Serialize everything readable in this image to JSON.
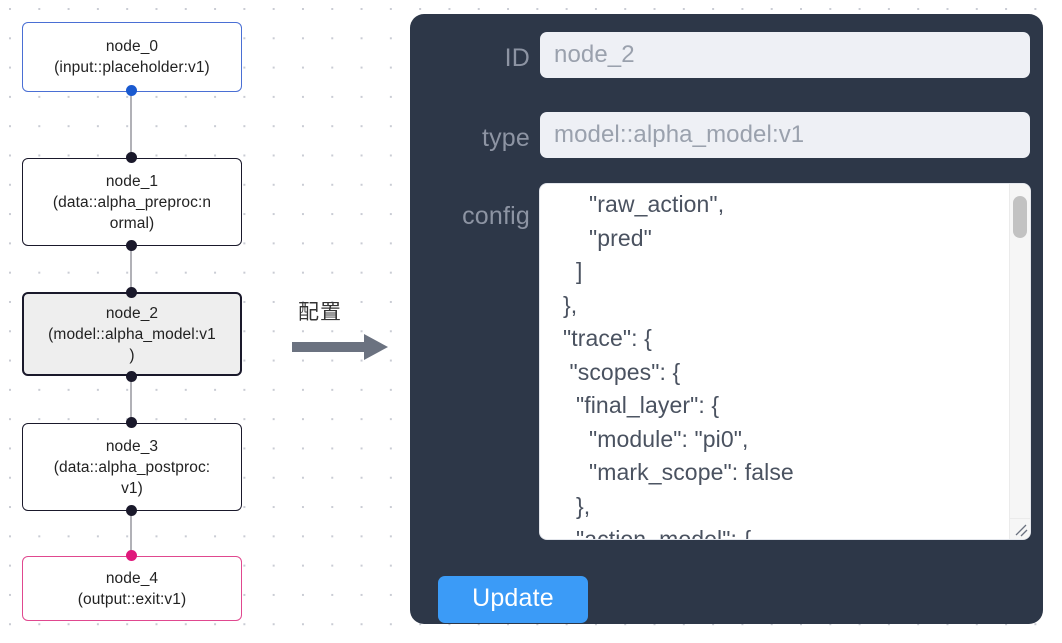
{
  "graph": {
    "nodes": [
      {
        "id": "node_0",
        "label": "node_0\n(input::placeholder:v1)",
        "kind": "input",
        "border_color": "#4a6fd4"
      },
      {
        "id": "node_1",
        "label": "node_1\n(data::alpha_preproc:n\normal)",
        "kind": "default",
        "border_color": "#1a192b"
      },
      {
        "id": "node_2",
        "label": "node_2\n(model::alpha_model:v1\n)",
        "kind": "selected",
        "border_color": "#1a192b",
        "fill_color": "#eeeeee"
      },
      {
        "id": "node_3",
        "label": "node_3\n(data::alpha_postproc:\nv1)",
        "kind": "default",
        "border_color": "#1a192b"
      },
      {
        "id": "node_4",
        "label": "node_4\n(output::exit:v1)",
        "kind": "output",
        "border_color": "#e0488f"
      }
    ],
    "edge_color": "#b1b1b7",
    "handle_color": "#1a192b",
    "handle_color_input": "#1a5ad0",
    "handle_color_output": "#e0197c"
  },
  "arrow": {
    "label": "配置",
    "color": "#6b7280"
  },
  "panel": {
    "background_color": "#2d3748",
    "fields": {
      "id": {
        "label": "ID",
        "value": "node_2",
        "placeholder": "node_2"
      },
      "type": {
        "label": "type",
        "value": "model::alpha_model:v1",
        "placeholder": "model::alpha_model:v1"
      },
      "config": {
        "label": "config",
        "value": "      \"raw_action\",\n      \"pred\"\n    ]\n  },\n  \"trace\": {\n   \"scopes\": {\n    \"final_layer\": {\n      \"module\": \"pi0\",\n      \"mark_scope\": false\n    },\n    \"action_model\": {"
      }
    },
    "update_button": {
      "label": "Update",
      "color": "#3b9bf7"
    }
  }
}
